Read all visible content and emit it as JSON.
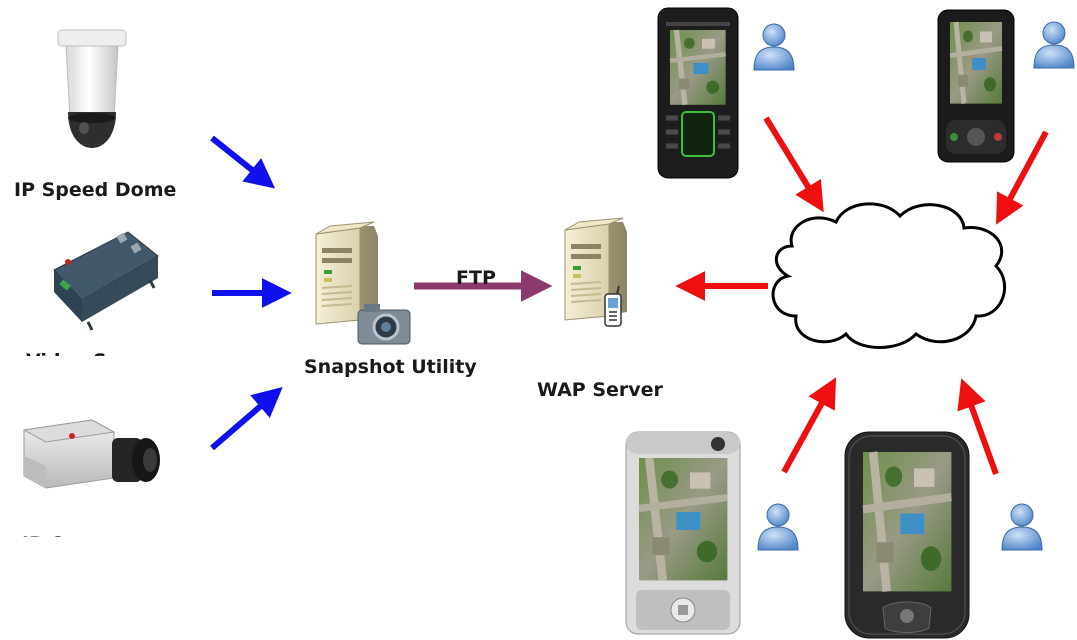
{
  "labels": {
    "ip_speed_dome": "IP Speed Dome",
    "video_server_partial": "Video Server",
    "ip_camera_partial": "IP Camera",
    "snapshot_utility": "Snapshot Utility",
    "ftp": "FTP",
    "wap_server": "WAP Server"
  },
  "colors": {
    "camera_arrows": "#1010ee",
    "user_arrows": "#ee1010",
    "ftp_arrow": "#8c3a6e",
    "cloud_outline": "#000000",
    "user_icon": "#6e9fd8"
  },
  "icons": {
    "source_devices": [
      "speed-dome-camera-icon",
      "video-server-icon",
      "box-camera-icon"
    ],
    "servers": [
      "snapshot-server-icon",
      "wap-server-icon"
    ],
    "network": "cloud-icon",
    "clients": [
      "phone-icon",
      "user-icon"
    ]
  }
}
